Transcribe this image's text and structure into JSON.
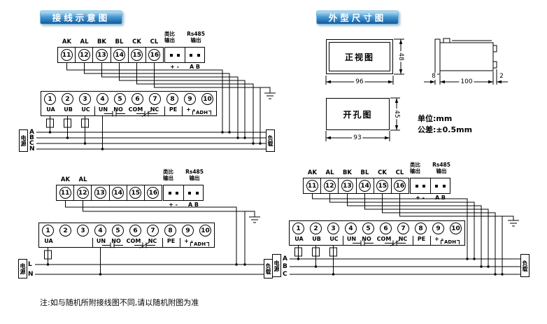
{
  "headers": {
    "wiring": "接线示意图",
    "dimensions": "外型尺寸图"
  },
  "shared": {
    "analog": "类比",
    "rs485": "Rs485",
    "output": "输出",
    "plus_minus": "+ -",
    "ab": "A B",
    "source": "电源",
    "load": "负载",
    "adh": "ADH"
  },
  "d1": {
    "top_labels": [
      "AK",
      "AL",
      "BK",
      "BL",
      "CK",
      "CL"
    ],
    "top_terminals": [
      "11",
      "12",
      "13",
      "14",
      "15",
      "16"
    ],
    "main_terminals": [
      "1",
      "2",
      "3",
      "4",
      "5",
      "6",
      "7",
      "8",
      "9",
      "10"
    ],
    "labels": {
      "ua": "UA",
      "ub": "UB",
      "uc": "UC",
      "un": "UN",
      "no": "NO",
      "com": "COM",
      "nc": "NC",
      "pe": "PE",
      "pm": "+ -"
    },
    "lines": [
      "A",
      "B",
      "C",
      "N"
    ]
  },
  "d2": {
    "top_labels": [
      "AK",
      "AL",
      "",
      "",
      "",
      ""
    ],
    "top_terminals": [
      "11",
      "12",
      "13",
      "14",
      "15",
      "16"
    ],
    "main_terminals": [
      "1",
      "2",
      "3",
      "4",
      "5",
      "6",
      "7",
      "8",
      "9",
      "10"
    ],
    "labels": {
      "ua": "UA",
      "ub": "",
      "uc": "",
      "un": "UN",
      "no": "NO",
      "com": "COM",
      "nc": "NC",
      "pe": "PE",
      "pm": "+ -"
    },
    "lines": [
      "L",
      "N"
    ]
  },
  "d3": {
    "top_labels": [
      "AK",
      "AL",
      "BK",
      "BL",
      "CK",
      "CL"
    ],
    "top_terminals": [
      "11",
      "12",
      "13",
      "14",
      "15",
      "16"
    ],
    "main_terminals": [
      "1",
      "2",
      "3",
      "4",
      "5",
      "6",
      "7",
      "8",
      "9",
      "10"
    ],
    "labels": {
      "ua": "UA",
      "ub": "UB",
      "uc": "UC",
      "un": "UN",
      "no": "NO",
      "com": "COM",
      "nc": "NC",
      "pe": "PE",
      "pm": "+ -"
    },
    "lines": [
      "A",
      "B",
      "C"
    ]
  },
  "dims": {
    "front_label": "正视图",
    "cutout_label": "开孔图",
    "front_width": "96",
    "front_height": "48",
    "bezel_depth": "8",
    "body_depth": "100",
    "tab_depth": "2",
    "cutout_width": "93",
    "cutout_height": "45",
    "unit": "单位:mm",
    "tolerance": "公差:±0.5mm"
  },
  "note": "注:如与随机所附接线图不同,请以随机附图为准"
}
